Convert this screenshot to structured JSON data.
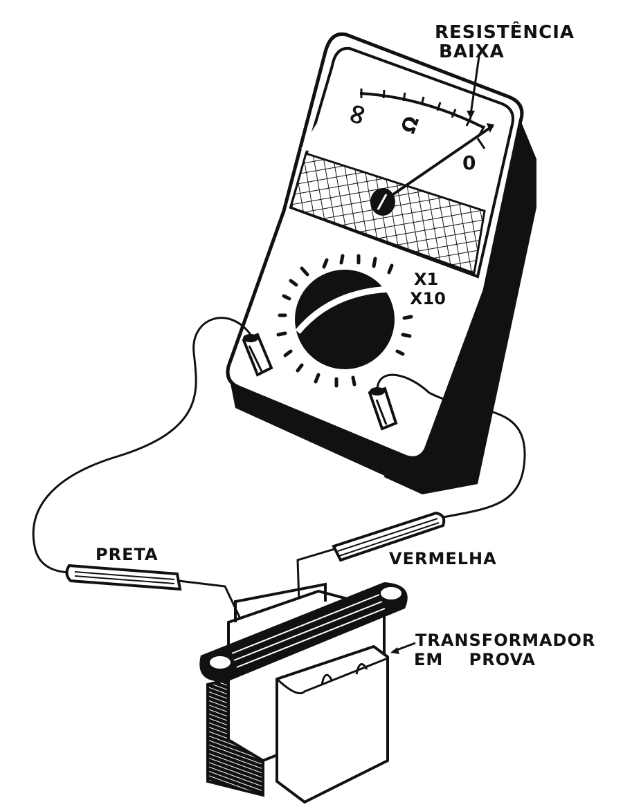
{
  "labels": {
    "low_resistance": [
      "RESISTÊNCIA",
      "BAIXA"
    ],
    "black_probe": "PRETA",
    "red_probe": "VERMELHA",
    "transformer": [
      "TRANSFORMADOR",
      "EM PROVA"
    ]
  },
  "meter": {
    "scale_infinity": "∞",
    "scale_ohm": "Ω",
    "scale_zero": "0",
    "range_x1": "X1",
    "range_x10": "X10"
  },
  "colors": {
    "ink": "#111111",
    "paper": "#ffffff"
  }
}
